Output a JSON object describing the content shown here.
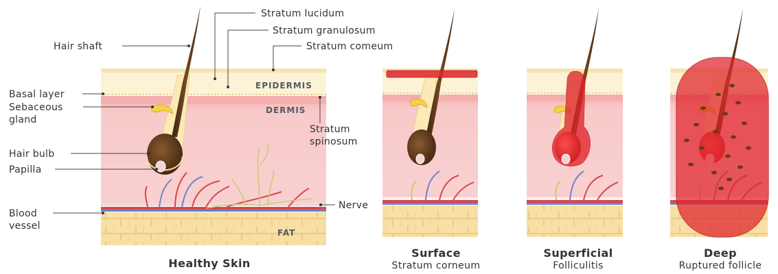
{
  "labels": {
    "hair_shaft": "Hair shaft",
    "stratum_lucidum": "Stratum lucidum",
    "stratum_granulosum": "Stratum granulosum",
    "stratum_comeum": "Stratum comeum",
    "basal_layer": "Basal layer",
    "sebaceous_1": "Sebaceous",
    "sebaceous_2": "gland",
    "hair_bulb": "Hair bulb",
    "papilla": "Papilla",
    "blood_1": "Blood",
    "blood_2": "vessel",
    "stratum_spinosum_1": "Stratum",
    "stratum_spinosum_2": "spinosum",
    "nerve": "Nerve",
    "epidermis": "EPIDERMIS",
    "dermis": "DERMIS",
    "fat": "FAT"
  },
  "captions": {
    "healthy": "Healthy Skin",
    "surface_title": "Surface",
    "surface_sub": "Stratum corneum",
    "superficial_title": "Superficial",
    "superficial_sub": "Folliculitis",
    "deep_title": "Deep",
    "deep_sub": "Ruptured follicle"
  },
  "colors": {
    "epidermis": "#fcf3d4",
    "dermis": "#f8c8c8",
    "dermis_top": "#f2a8a8",
    "fat": "#f7dfa6",
    "fat_lines": "#e9c57a",
    "hair": "#5a3416",
    "infection": "#e0242b",
    "vessel_red": "#d9454f",
    "vessel_blue": "#6a86c9",
    "nerve": "#d7d98c"
  }
}
